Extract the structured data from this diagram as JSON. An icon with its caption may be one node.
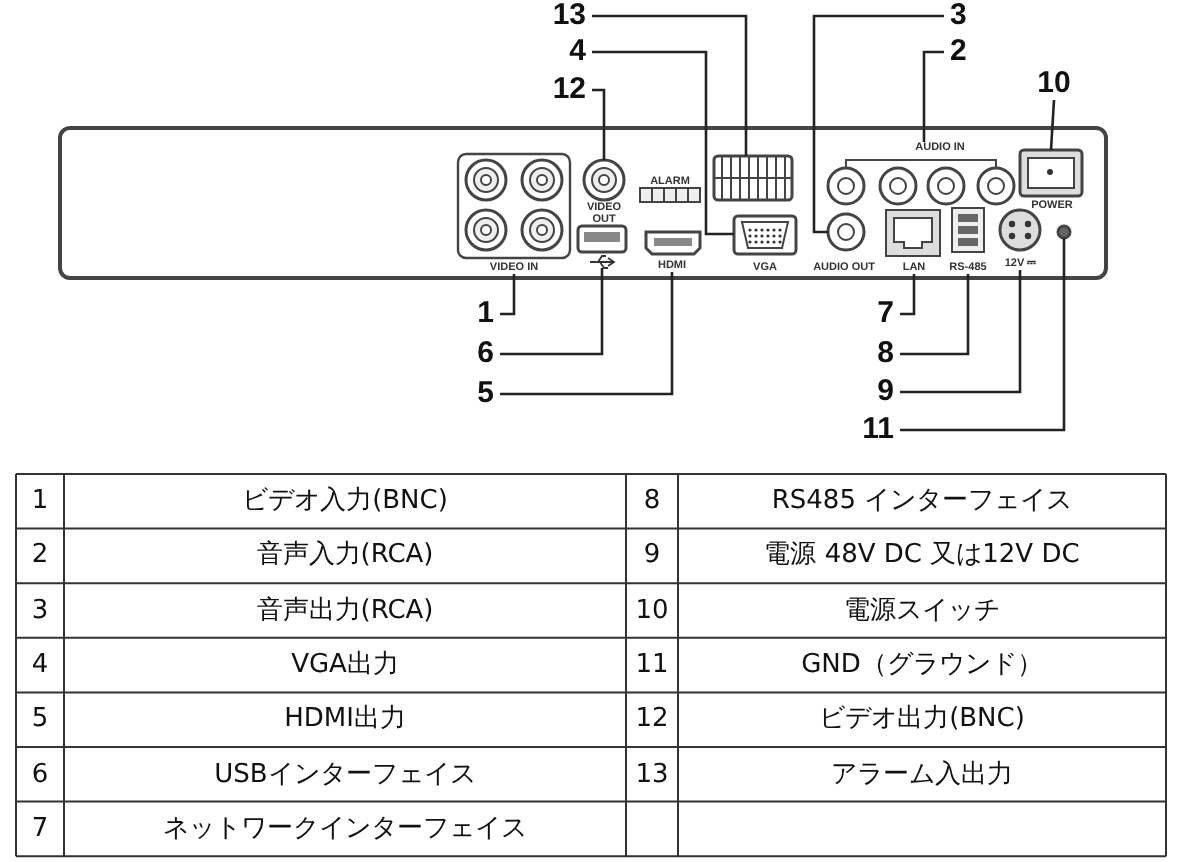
{
  "diagram": {
    "nodes": [
      {
        "text": [
          "13"
        ]
      },
      {
        "text": [
          "3"
        ]
      },
      {
        "text": [
          "4"
        ]
      },
      {
        "text": [
          "2"
        ]
      },
      {
        "text": [
          "12"
        ]
      },
      {
        "text": [
          "10"
        ]
      },
      {
        "text": [
          "AUDIO IN"
        ]
      },
      {
        "text": [],
        "shape": "box"
      },
      {
        "text": [],
        "shape": "box"
      },
      {
        "text": [],
        "shape": "circle"
      },
      {
        "text": [],
        "shape": "box",
        "beside": [
          "VGA"
        ]
      },
      {
        "text": [],
        "shape": "box"
      },
      {
        "text": [],
        "shape": "circle"
      },
      {
        "text": [],
        "shape": "circle"
      },
      {
        "text": [
          "VIDEO IN"
        ]
      },
      {
        "text": [
          "HDMI"
        ]
      },
      {
        "text": [
          "LAN"
        ]
      },
      {
        "text": [
          "RS-485"
        ]
      },
      {
        "text": [
          "12V ⎓"
        ]
      },
      {
        "text": [
          "1"
        ]
      },
      {
        "text": [
          "7"
        ]
      },
      {
        "text": [
          "6"
        ]
      },
      {
        "text": [
          "8"
        ]
      },
      {
        "text": [
          "5"
        ]
      },
      {
        "text": [
          "9"
        ]
      },
      {
        "text": [
          "11"
        ]
      }
    ],
    "edges": [
      {
        "from": 0,
        "to": 7,
        "arrow": "none"
      },
      {
        "from": 1,
        "to": 12,
        "arrow": "none"
      },
      {
        "from": 2,
        "to": 10,
        "arrow": "none"
      },
      {
        "from": 3,
        "to": 6,
        "arrow": "none"
      },
      {
        "from": 4,
        "to": 9,
        "arrow": "none"
      },
      {
        "from": 5,
        "to": 8,
        "arrow": "none"
      },
      {
        "from": 19,
        "to": 14,
        "arrow": "none"
      },
      {
        "from": 21,
        "to": 11,
        "arrow": "none"
      },
      {
        "from": 23,
        "to": 15,
        "arrow": "none"
      },
      {
        "from": 20,
        "to": 16,
        "arrow": "none"
      },
      {
        "from": 22,
        "to": 17,
        "arrow": "none"
      },
      {
        "from": 24,
        "to": 18,
        "arrow": "none"
      },
      {
        "from": 25,
        "to": 13,
        "arrow": "none"
      }
    ],
    "labels": [
      "ALARM",
      "VIDEO OUT",
      "POWER",
      "AUDIO OUT",
      "1",
      "ビデオ入力(BNC)",
      "8",
      "RS485 インターフェイス",
      "2",
      "音声入力(RCA)",
      "9",
      "電源 48V DC 又は12V DC",
      "3",
      "音声出力(RCA)",
      "10",
      "電源スイッチ",
      "4",
      "VGA出力",
      "11",
      "GND（グラウンド）",
      "5",
      "HDMI出力",
      "12",
      "ビデオ出力(BNC)",
      "6",
      "USBインターフェイス",
      "13",
      "アラーム入出力",
      "7",
      "ネットワークインターフェイス"
    ]
  }
}
